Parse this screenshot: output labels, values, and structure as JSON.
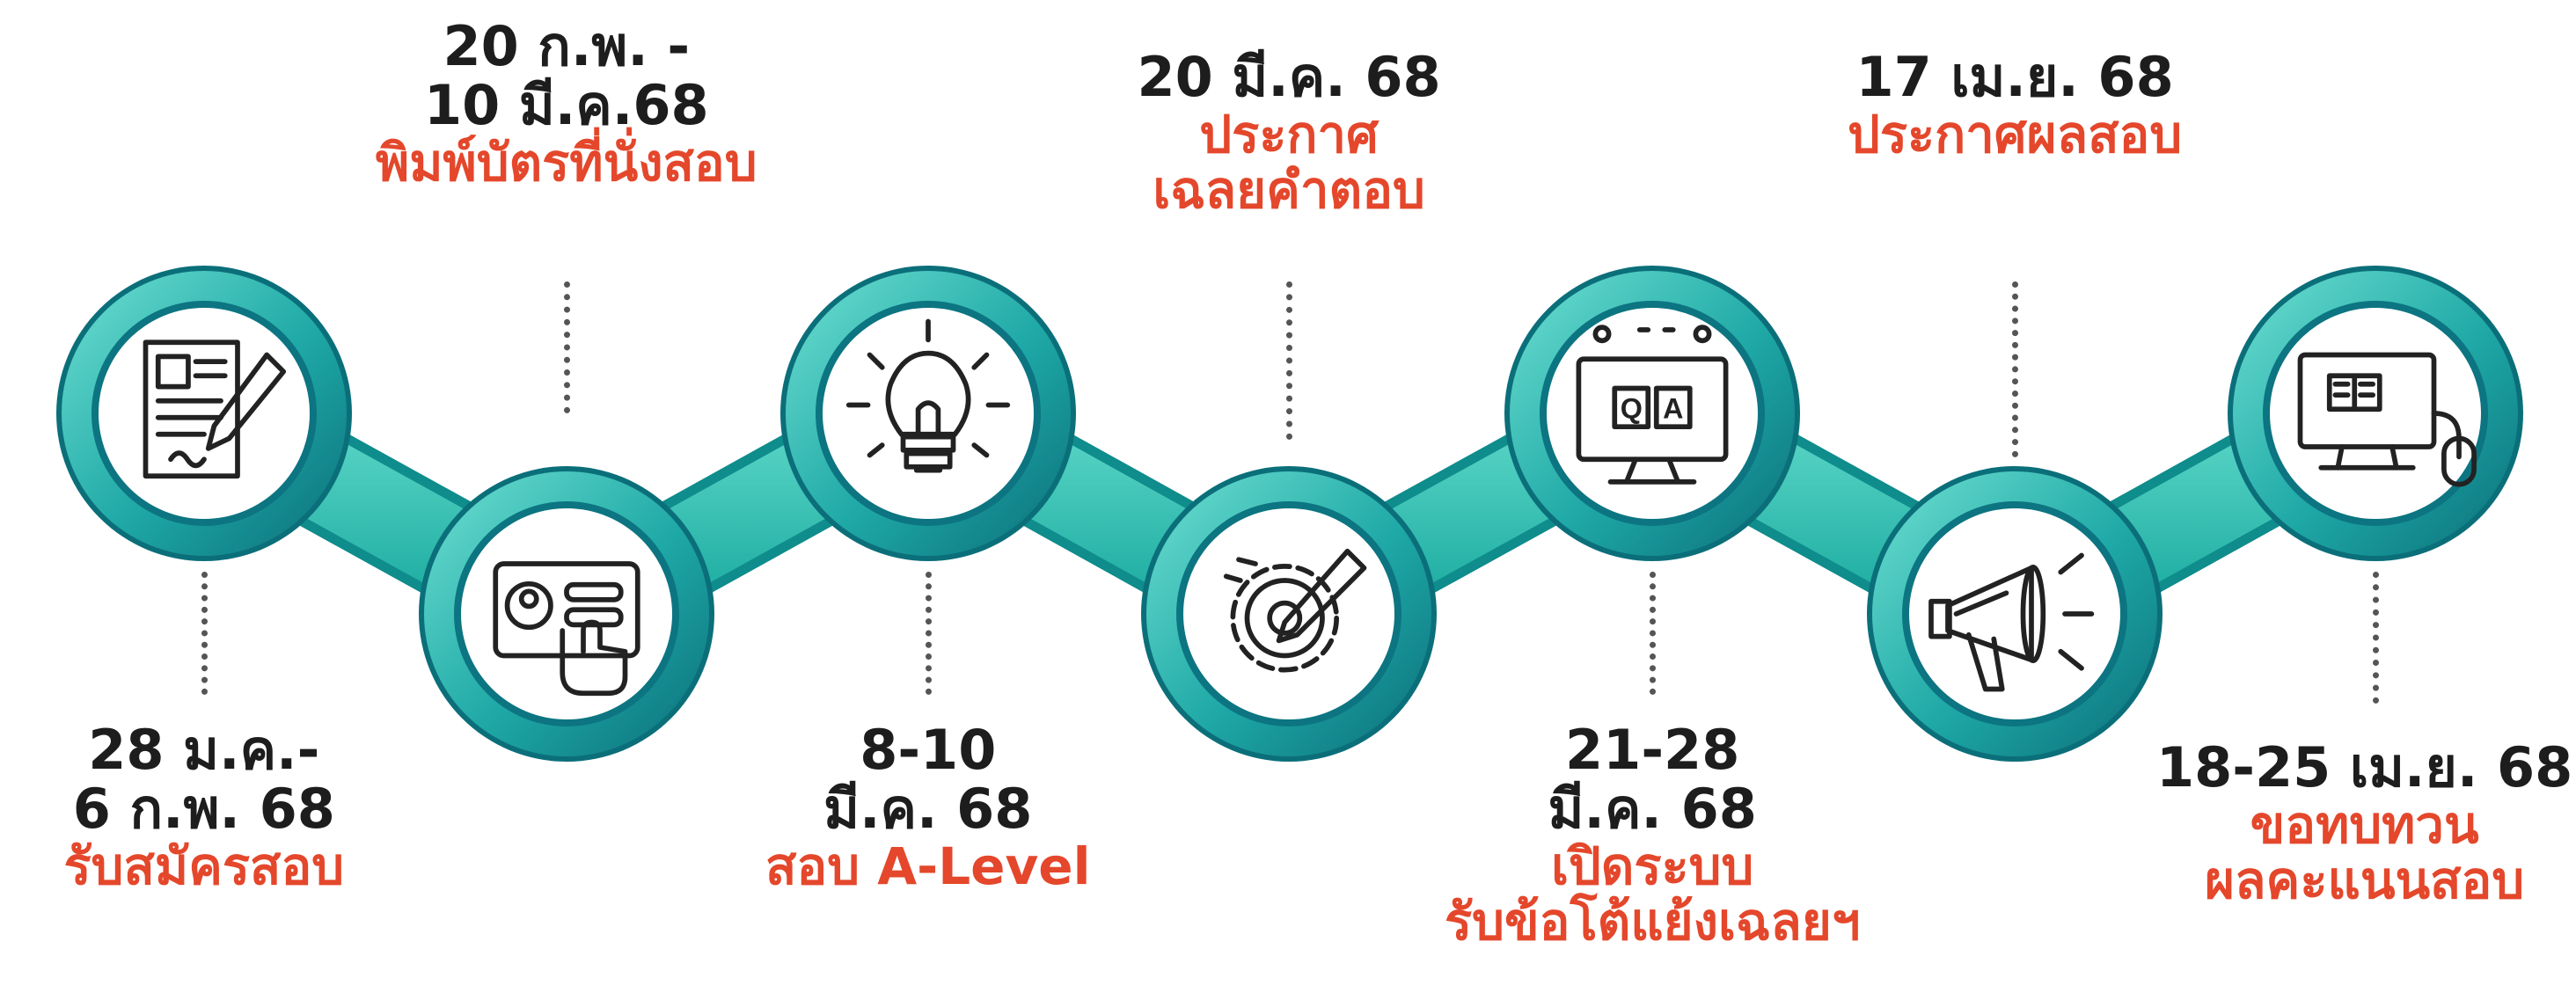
{
  "colors": {
    "connector": "#2bbfb0",
    "ring_outer": "#0f7e86",
    "ring_inner": "#5fdccd",
    "icon_stroke": "#222222",
    "date_text": "#1d1d1d",
    "title_text": "#e4472b"
  },
  "steps": [
    {
      "id": "step-1",
      "icon": "application-form-icon",
      "date_lines": [
        "28 ม.ค.-",
        "6 ก.พ. 68"
      ],
      "title_lines": [
        "รับสมัครสอบ"
      ]
    },
    {
      "id": "step-2",
      "icon": "id-card-hand-icon",
      "date_lines": [
        "20 ก.พ. -",
        "10 มี.ค.68"
      ],
      "title_lines": [
        "พิมพ์บัตรที่นั่งสอบ"
      ]
    },
    {
      "id": "step-3",
      "icon": "lightbulb-icon",
      "date_lines": [
        "8-10",
        "มี.ค. 68"
      ],
      "title_lines": [
        "สอบ A-Level"
      ]
    },
    {
      "id": "step-4",
      "icon": "gear-pencil-icon",
      "date_lines": [
        "20 มี.ค. 68"
      ],
      "title_lines": [
        "ประกาศ",
        "เฉลยคำตอบ"
      ]
    },
    {
      "id": "step-5",
      "icon": "qa-monitor-icon",
      "date_lines": [
        "21-28",
        "มี.ค. 68"
      ],
      "title_lines": [
        "เปิดระบบ",
        "รับข้อโต้แย้งเฉลยฯ"
      ]
    },
    {
      "id": "step-6",
      "icon": "megaphone-icon",
      "date_lines": [
        "17 เม.ย. 68"
      ],
      "title_lines": [
        "ประกาศผลสอบ"
      ]
    },
    {
      "id": "step-7",
      "icon": "computer-mouse-icon",
      "date_lines": [
        "18-25 เม.ย. 68"
      ],
      "title_lines": [
        "ขอทบทวน",
        "ผลคะแนนสอบ"
      ]
    }
  ]
}
